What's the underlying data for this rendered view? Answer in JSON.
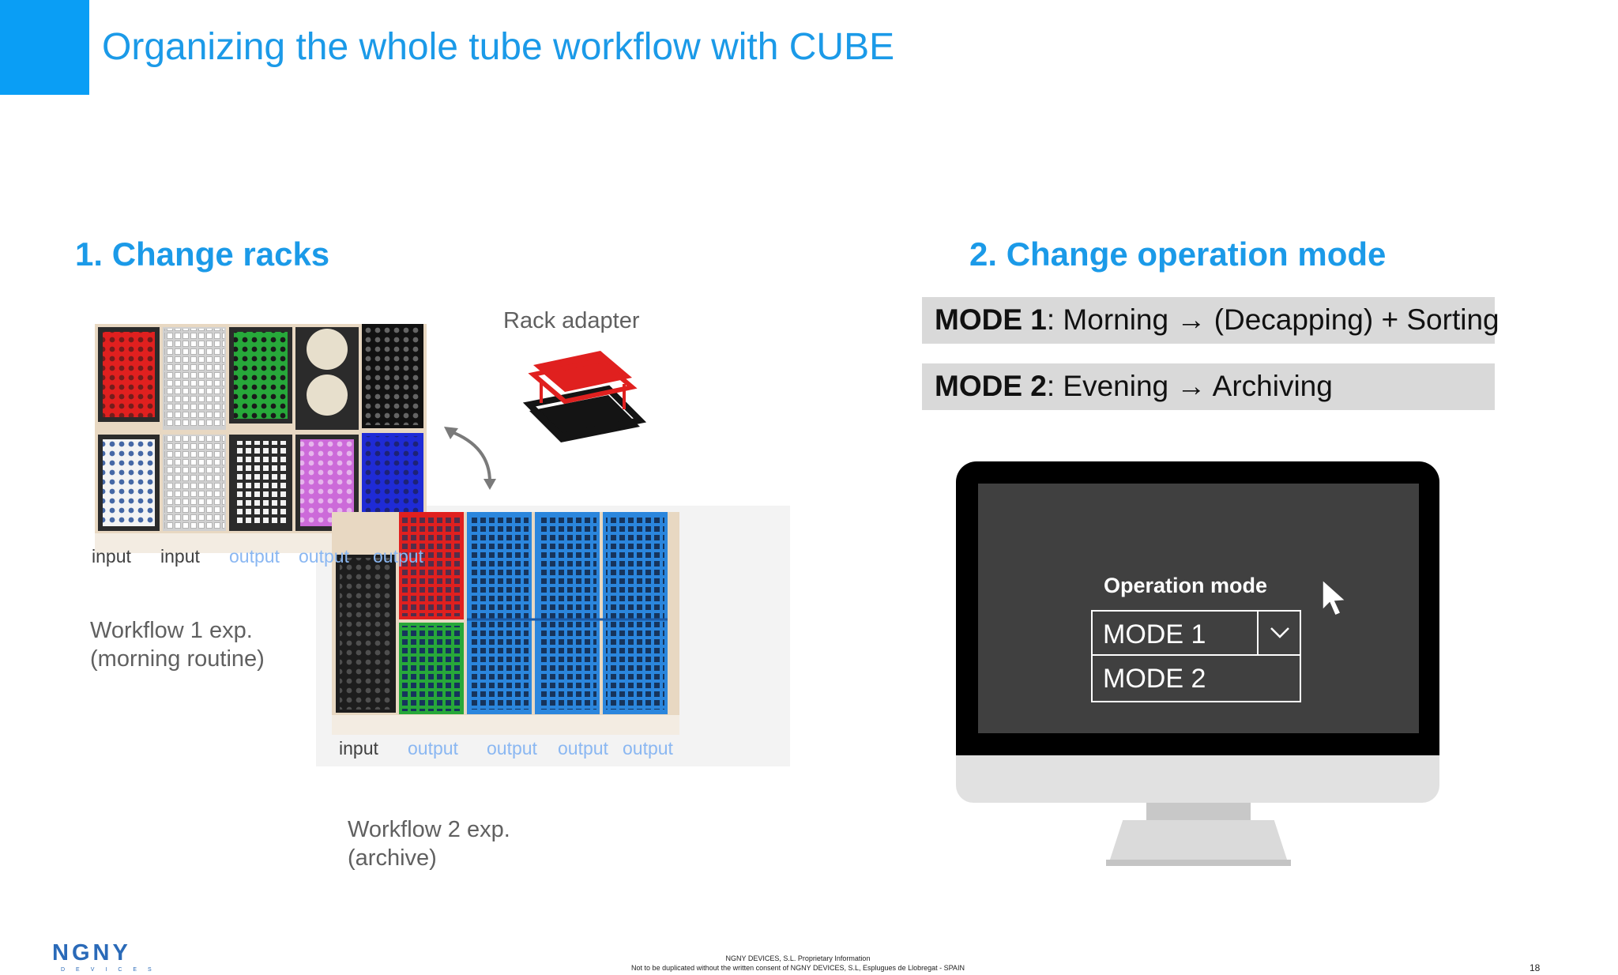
{
  "header": {
    "title": "Organizing the whole tube workflow with CUBE"
  },
  "section1": {
    "heading": "1.   Change racks",
    "rack_adapter_label": "Rack adapter",
    "workflow1": {
      "caption_line1": "Workflow 1 exp.",
      "caption_line2": "(morning routine)",
      "slot_labels": [
        "input",
        "input",
        "output",
        "output",
        "output"
      ]
    },
    "workflow2": {
      "caption_line1": "Workflow 2 exp.",
      "caption_line2": "(archive)",
      "slot_labels": [
        "input",
        "output",
        "output",
        "output",
        "output"
      ]
    }
  },
  "section2": {
    "heading": "2. Change operation mode",
    "mode1": {
      "key": "MODE 1",
      "desc": ": Morning → (Decapping) + Sorting"
    },
    "mode2": {
      "key": "MODE 2",
      "desc": ": Evening → Archiving"
    },
    "screen": {
      "label": "Operation mode",
      "selected": "MODE 1",
      "option2": "MODE 2"
    }
  },
  "footer": {
    "logo": "NGNY",
    "logo_sub": "DEVICES",
    "line1": "NGNY DEVICES, S.L. Proprietary Information",
    "line2": "Not to be duplicated without the written consent of NGNY DEVICES, S.L, Esplugues de Llobregat - SPAIN",
    "page_number": "18"
  },
  "colors": {
    "accent": "#1b9ae8",
    "corner": "#0a9ef5",
    "mode_bar": "#d9d9d9"
  }
}
